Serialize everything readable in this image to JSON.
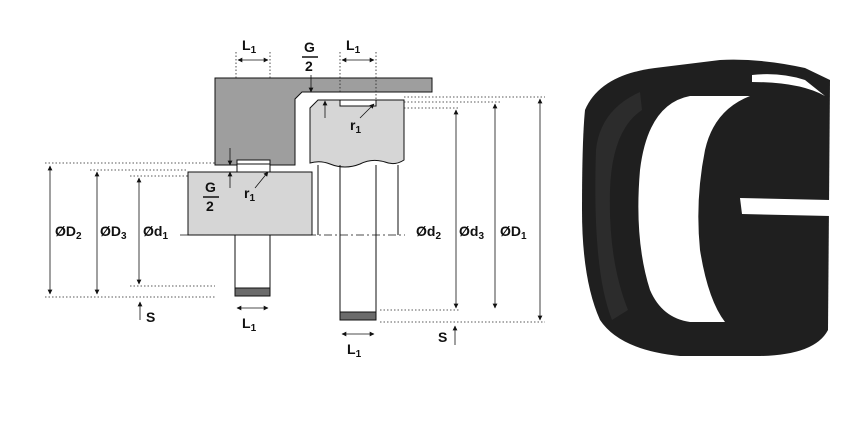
{
  "labels": {
    "L1": {
      "main": "L",
      "sub": "1"
    },
    "G2_num": "G",
    "G2_den": "2",
    "r1": {
      "main": "r",
      "sub": "1"
    },
    "D2": {
      "main": "ØD",
      "sub": "2"
    },
    "D3": {
      "main": "ØD",
      "sub": "3"
    },
    "d1": {
      "main": "Ød",
      "sub": "1"
    },
    "d2": {
      "main": "Ød",
      "sub": "2"
    },
    "d3": {
      "main": "Ød",
      "sub": "3"
    },
    "D1": {
      "main": "ØD",
      "sub": "1"
    },
    "S": "S"
  },
  "colors": {
    "housing": "#9e9e9e",
    "rod": "#d6d6d6",
    "ring": "#6b6b6b",
    "ring_photo": "#1f1f1f",
    "line": "#111111"
  }
}
